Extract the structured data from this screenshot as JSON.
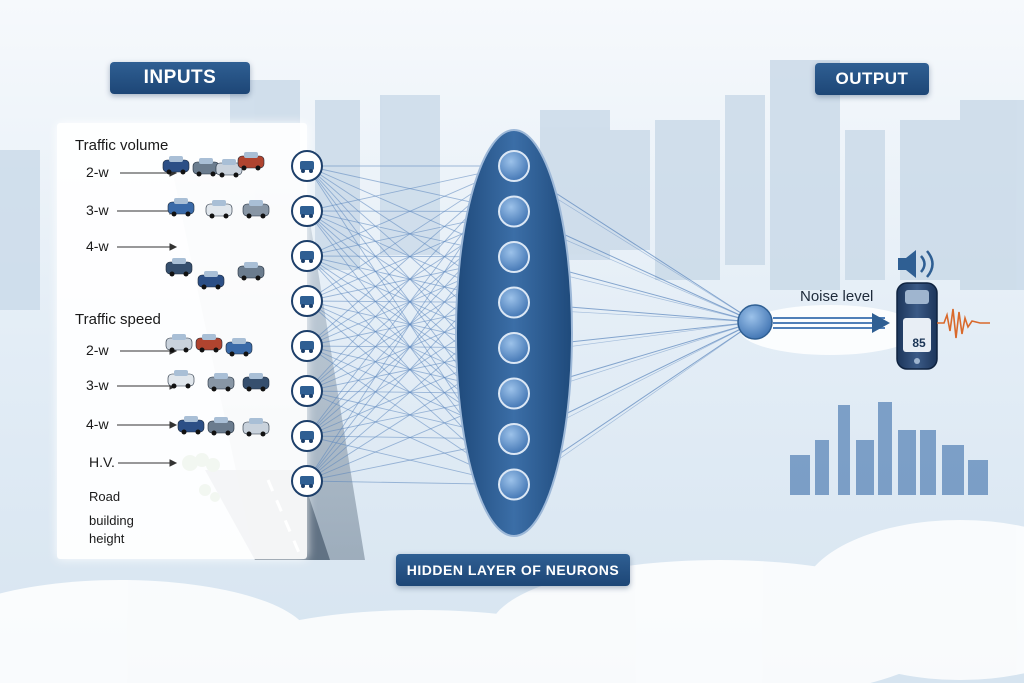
{
  "inputs_header": "INPUTS",
  "output_header": "OUTPUT",
  "hidden_layer_label": "HIDDEN LAYER OF NEURONS",
  "traffic_volume": {
    "title": "Traffic volume",
    "items": [
      "2-w",
      "3-w",
      "4-w"
    ]
  },
  "traffic_speed": {
    "title": "Traffic speed",
    "items": [
      "2-w",
      "3-w",
      "4-w"
    ]
  },
  "hv_label": "H.V.",
  "road_label": "Road",
  "building_height_label": [
    "building",
    "height"
  ],
  "output_label": "Noise level",
  "meter_reading": "85",
  "network": {
    "input_node_count": 8,
    "hidden_neuron_count": 8,
    "output_node_count": 1
  },
  "colors": {
    "header_bg": "#214c7d",
    "neuron": "#4f84c4",
    "layer_band": "#2f5f93",
    "connection": "#5b86bd"
  },
  "icons": [
    "car-icon",
    "speaker-icon",
    "sound-level-meter-icon",
    "waveform-icon"
  ]
}
